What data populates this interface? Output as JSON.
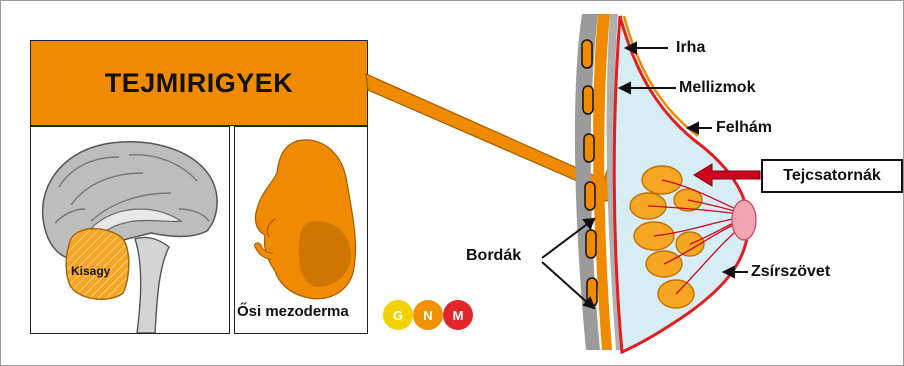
{
  "title": "TEJMIRIGYEK",
  "labels": {
    "kisagy": "Kisagy",
    "osi_mezoderma": "Ősi mezoderma",
    "irha": "Irha",
    "mellizmok": "Mellizmok",
    "felham": "Felhám",
    "tejcsatornak": "Tejcsatornák",
    "zsirszovet": "Zsírszövet",
    "bordak": "Bordák"
  },
  "logo": {
    "g": "G",
    "n": "N",
    "m": "M"
  },
  "colors": {
    "orange": "#f08a00",
    "gland_orange": "#f5a623",
    "duct_red": "#d0021b",
    "skin_red": "#e02020",
    "tissue_blue": "#d6eef3",
    "nipple_pink": "#f3a5b0",
    "logo_yellow": "#f2d200",
    "logo_orange": "#f39200",
    "logo_red": "#e3262c"
  }
}
